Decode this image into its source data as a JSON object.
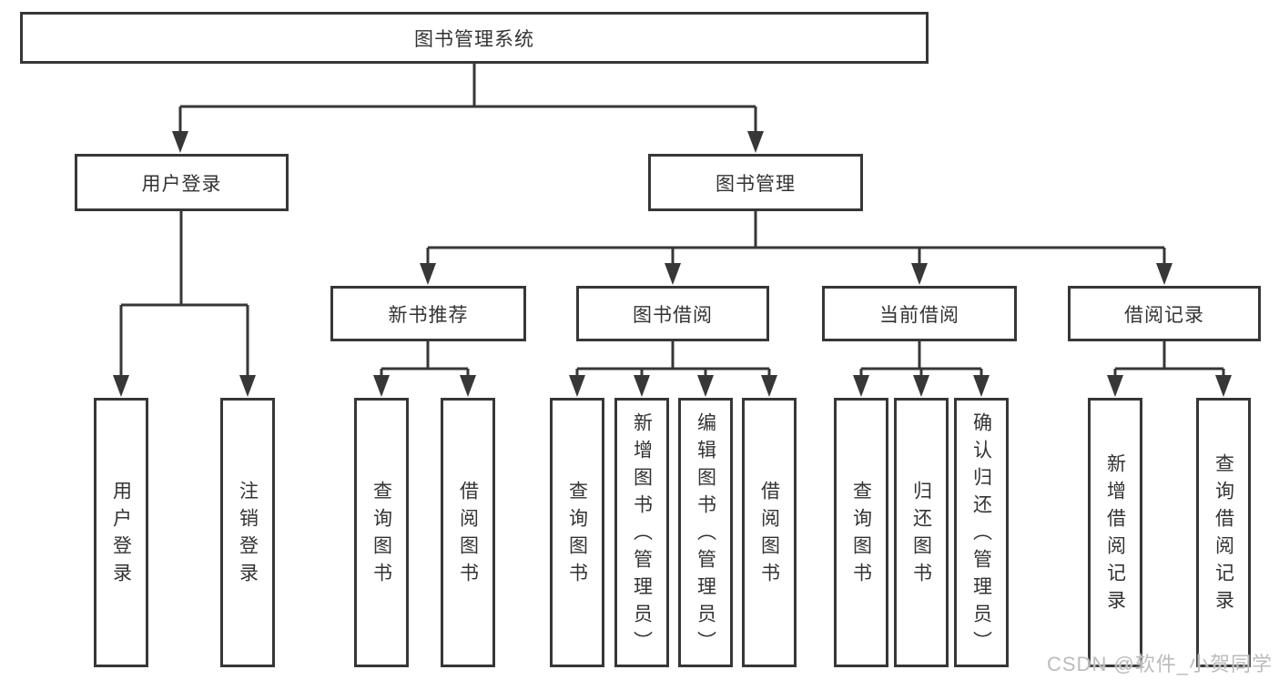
{
  "diagram": {
    "title": "图书管理系统",
    "root": {
      "label": "图书管理系统"
    },
    "level2": [
      {
        "id": "user-login",
        "label": "用户登录"
      },
      {
        "id": "book-management",
        "label": "图书管理"
      }
    ],
    "level3": [
      {
        "id": "new-book-recommend",
        "label": "新书推荐"
      },
      {
        "id": "book-borrowing",
        "label": "图书借阅"
      },
      {
        "id": "current-borrowing",
        "label": "当前借阅"
      },
      {
        "id": "borrowing-records",
        "label": "借阅记录"
      }
    ],
    "leaves": {
      "user_login": [
        "用户登录",
        "注销登录"
      ],
      "new_book_recommend": [
        "查询图书",
        "借阅图书"
      ],
      "book_borrowing": [
        "查询图书",
        "新增图书（管理员）",
        "编辑图书（管理员）",
        "借阅图书"
      ],
      "current_borrowing": [
        "查询图书",
        "归还图书",
        "确认归还（管理员）"
      ],
      "borrowing_records": [
        "新增借阅记录",
        "查询借阅记录"
      ]
    }
  },
  "watermark": "CSDN @软件_小贺同学",
  "colors": {
    "line": "#373737",
    "text": "#333333",
    "watermark": "#bcbcbc",
    "background": "#ffffff"
  }
}
